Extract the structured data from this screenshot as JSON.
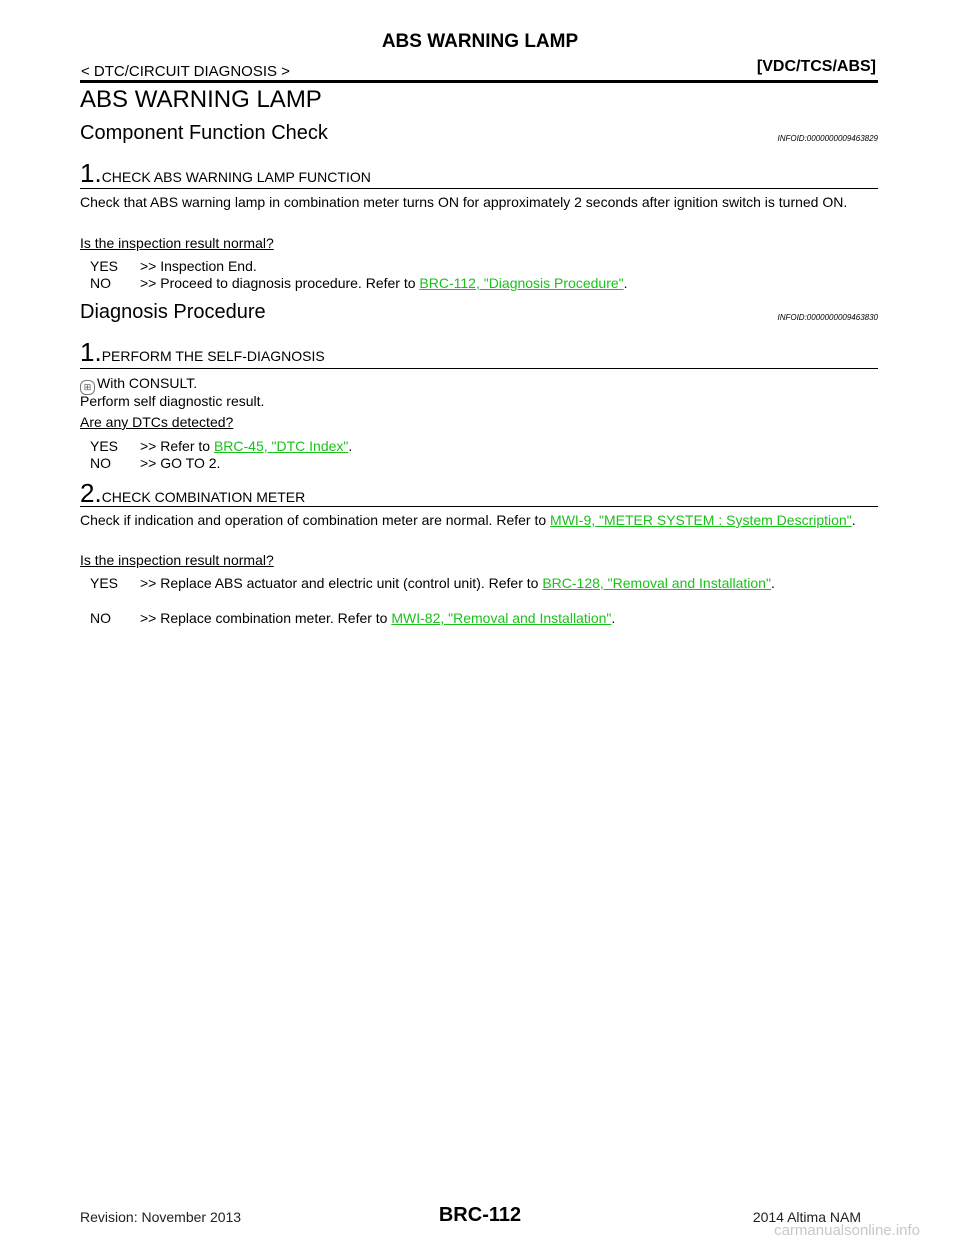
{
  "header": {
    "title": "ABS WARNING LAMP",
    "breadcrumb": "< DTC/CIRCUIT DIAGNOSIS >",
    "system": "[VDC/TCS/ABS]"
  },
  "main": {
    "title": "ABS WARNING LAMP",
    "sections": [
      {
        "heading": "Component Function Check",
        "infoid": "INFOID:0000000009463829",
        "step_num": "1.",
        "step_title": "CHECK ABS WARNING LAMP FUNCTION",
        "body": "Check that ABS warning lamp in combination meter turns ON for approximately 2 seconds after ignition switch is turned ON.",
        "question": "Is the inspection result normal?",
        "yes_label": "YES",
        "yes_text": ">> Inspection End.",
        "no_label": "NO",
        "no_prefix": ">> Proceed to diagnosis procedure. Refer to ",
        "no_link": "BRC-112, \"Diagnosis Procedure\"",
        "no_suffix": "."
      },
      {
        "heading": "Diagnosis Procedure",
        "infoid": "INFOID:0000000009463830",
        "step1_num": "1.",
        "step1_title": "PERFORM THE SELF-DIAGNOSIS",
        "consult_icon": "consult-icon",
        "consult_text": "With CONSULT.",
        "body": "Perform self diagnostic result.",
        "question": "Are any DTCs detected?",
        "yes_label": "YES",
        "yes_prefix": ">> Refer to ",
        "yes_link": "BRC-45, \"DTC Index\"",
        "yes_suffix": ".",
        "no_label": "NO",
        "no_text": ">> GO TO 2.",
        "step2_num": "2.",
        "step2_title": "CHECK COMBINATION METER",
        "body2_prefix": "Check if indication and operation of combination meter are normal. Refer to ",
        "body2_link": "MWI-9, \"METER SYSTEM : System Description\"",
        "body2_suffix": ".",
        "question2": "Is the inspection result normal?",
        "yes2_label": "YES",
        "yes2_prefix": ">> Replace ABS actuator and electric unit (control unit). Refer to ",
        "yes2_link": "BRC-128, \"Removal and Installation\"",
        "yes2_suffix": ".",
        "no2_label": "NO",
        "no2_prefix": ">> Replace combination meter. Refer to ",
        "no2_link": "MWI-82, \"Removal and Installation\"",
        "no2_suffix": "."
      }
    ]
  },
  "footer": {
    "revision": "Revision: November 2013",
    "page": "BRC-112",
    "model": "2014 Altima NAM",
    "watermark": "carmanualsonline.info"
  },
  "colors": {
    "link": "#19c219",
    "text": "#000000"
  }
}
